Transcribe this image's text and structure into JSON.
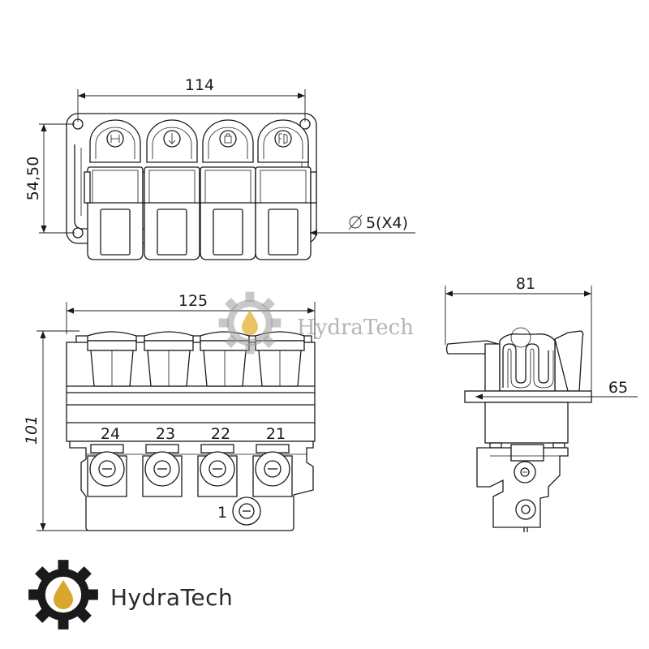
{
  "dimensions": {
    "top_width": "114",
    "top_height": "54,50",
    "hole_callout": "5(X4)",
    "front_width": "125",
    "front_height": "101",
    "side_width": "81",
    "side_flange": "65"
  },
  "ports": [
    "24",
    "23",
    "22",
    "21"
  ],
  "inlet_port": "1",
  "symbols": [
    "neutral-symbol",
    "lower-symbol",
    "lock-symbol",
    "float-symbol"
  ],
  "watermark": {
    "text": "HydraTech",
    "color": "#b5b5b5",
    "drop_color": "#e8b84a"
  },
  "logo": {
    "text": "HydraTech",
    "gear_color": "#1a1a1a",
    "drop_color": "#d9a62e"
  }
}
